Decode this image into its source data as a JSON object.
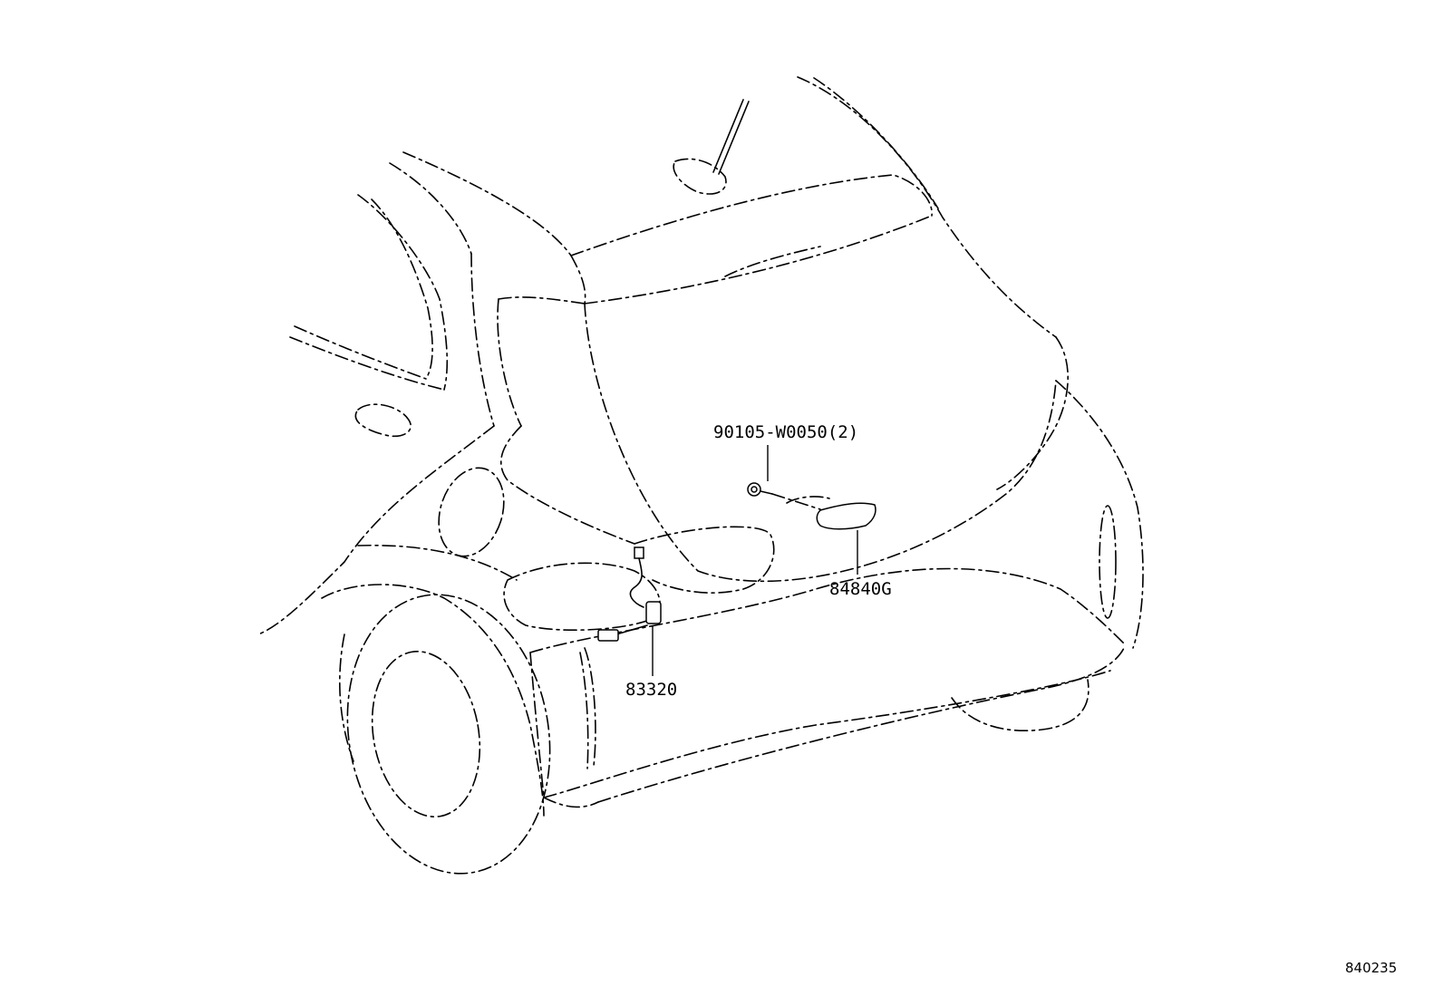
{
  "callouts": [
    {
      "id": "bolt",
      "label": "90105-W0050(2)"
    },
    {
      "id": "lamp",
      "label": "84840G"
    },
    {
      "id": "wire",
      "label": "83320"
    }
  ],
  "catalog_code": "840235"
}
